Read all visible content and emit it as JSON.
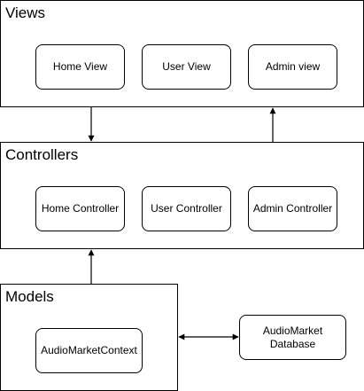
{
  "views": {
    "title": "Views",
    "home": "Home View",
    "user": "User View",
    "admin": "Admin view"
  },
  "controllers": {
    "title": "Controllers",
    "home": "Home Controller",
    "user": "User Controller",
    "admin": "Admin Controller"
  },
  "models": {
    "title": "Models",
    "context": "AudioMarketContext"
  },
  "database": {
    "label": "AudioMarket\nDatabase"
  }
}
